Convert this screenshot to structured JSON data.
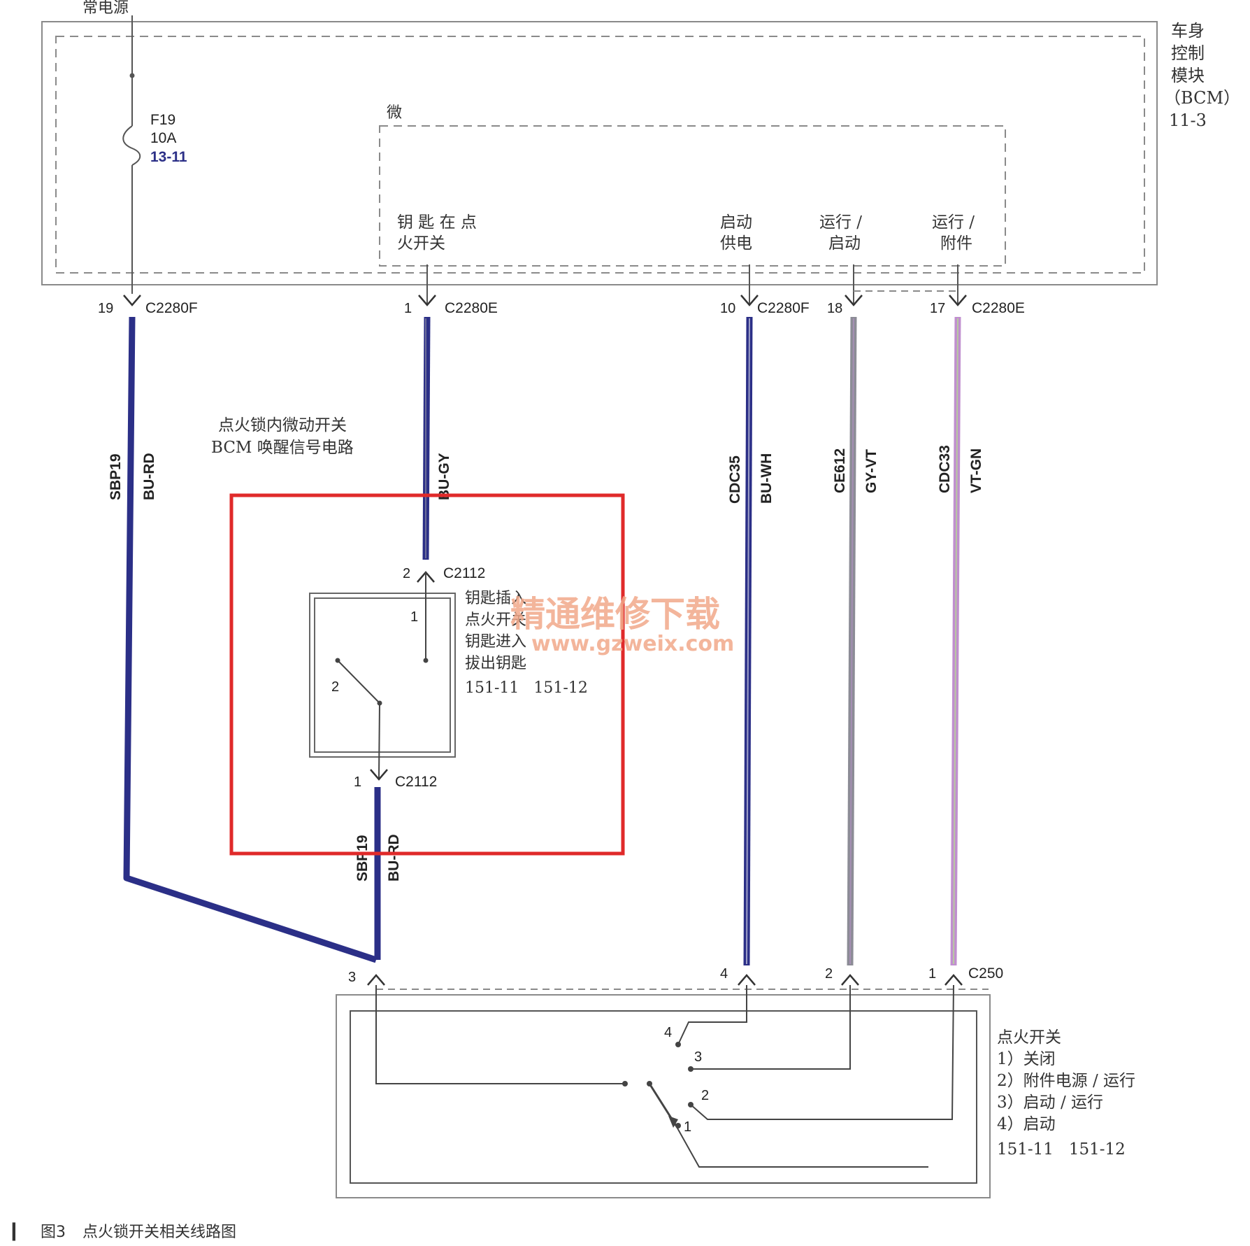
{
  "colors": {
    "BU": "#2b2f87",
    "GY": "#8c8c96",
    "VT": "#c08fcf",
    "frame": "#555555",
    "highlight": "#e02a2a",
    "watermark": "#f2a98a"
  },
  "power_source": "常电源",
  "fuse": {
    "name": "F19",
    "rating": "10A",
    "ref": "13-11"
  },
  "bcm": {
    "title_lines": [
      "车身",
      "控制",
      "模块",
      "（BCM）",
      "11-3"
    ],
    "micro_label": "微",
    "functions": {
      "key_in_ignition": [
        "钥 匙 在 点",
        "火开关"
      ],
      "start_supply": [
        "启动",
        "供电"
      ],
      "run_start": [
        "运行 /",
        "启动"
      ],
      "run_accessory": [
        "运行 /",
        "附件"
      ]
    }
  },
  "connectors": {
    "pin19": {
      "pin": "19",
      "name": "C2280F"
    },
    "pin1e": {
      "pin": "1",
      "name": "C2280E"
    },
    "pin10": {
      "pin": "10",
      "name": "C2280F"
    },
    "pin18": {
      "pin": "18",
      "name": ""
    },
    "pin17": {
      "pin": "17",
      "name": "C2280E"
    },
    "c2112_top": {
      "pin": "2",
      "name": "C2112"
    },
    "c2112_bottom": {
      "pin": "1",
      "name": "C2112"
    },
    "c250_p3": {
      "pin": "3",
      "name": ""
    },
    "c250_p4": {
      "pin": "4",
      "name": ""
    },
    "c250_p2": {
      "pin": "2",
      "name": ""
    },
    "c250_p1": {
      "pin": "1",
      "name": "C250"
    }
  },
  "wires": {
    "sbp19": {
      "circuit": "SBP19",
      "color": "BU-RD"
    },
    "bugy": {
      "circuit": "",
      "color": "BU-GY"
    },
    "cdc35": {
      "circuit": "CDC35",
      "color": "BU-WH"
    },
    "ce612": {
      "circuit": "CE612",
      "color": "GY-VT"
    },
    "cdc33": {
      "circuit": "CDC33",
      "color": "VT-GN"
    },
    "sbp19_lower": {
      "circuit": "SBP19",
      "color": "BU-RD"
    }
  },
  "highlight_label": [
    "点火锁内微动开关",
    "BCM 唤醒信号电路"
  ],
  "micro_switch": {
    "pin_top": "1",
    "pin_left": "2",
    "text_lines": [
      "钥匙插入",
      "点火开关",
      "钥匙进入",
      "拔出钥匙"
    ],
    "refs": "151-11   151-12"
  },
  "ignition_switch": {
    "title": "点火开关",
    "positions": [
      "1）关闭",
      "2）附件电源 / 运行",
      "3）启动 / 运行",
      "4）启动"
    ],
    "refs": "151-11   151-12",
    "contact_labels": [
      "4",
      "3",
      "2",
      "1"
    ]
  },
  "watermark": {
    "line1": "精通维修下载",
    "line2": "www.gzweix.com"
  },
  "caption": {
    "marker": "▎",
    "figure": "图3",
    "title": "点火锁开关相关线路图"
  }
}
